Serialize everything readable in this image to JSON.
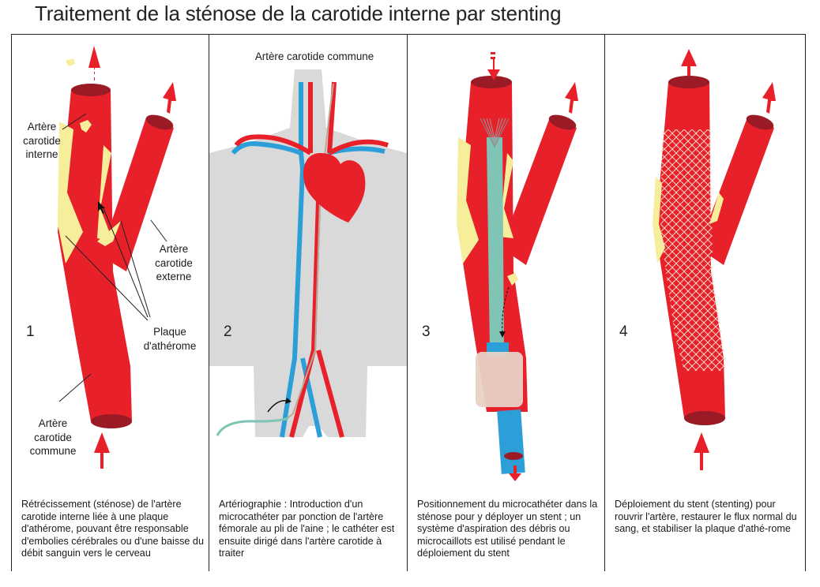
{
  "title": "Traitement de la sténose de la carotide interne par stenting",
  "panels": [
    {
      "number": "1",
      "caption": "Rétrécissement (sténose) de l'artère carotide interne liée à une plaque d'athérome, pouvant être responsable d'embolies cérébrales ou d'une baisse du débit sanguin vers le cerveau",
      "labels": {
        "internal": "Artère carotide interne",
        "external": "Artère carotide externe",
        "plaque": "Plaque d'athérome",
        "common": "Artère carotide commune"
      }
    },
    {
      "number": "2",
      "caption": "Artériographie : Introduction d'un microcathéter par ponction de l'artère fémorale au pli de l'aine ; le cathéter est ensuite dirigé dans l'artère carotide à traiter",
      "labels": {
        "common": "Artère carotide commune"
      }
    },
    {
      "number": "3",
      "caption": "Positionnement du microcathéter dans la sténose pour y déployer un stent ; un système d'aspiration des débris ou microcaillots est utilisé pendant le déploiement du stent"
    },
    {
      "number": "4",
      "caption": "Déploiement du stent (stenting) pour rouvrir l'artère, restaurer le flux normal du sang, et stabiliser la plaque d'athé-rome"
    }
  ],
  "colors": {
    "artery": "#e8202a",
    "artery_dark": "#9a1b26",
    "plaque": "#f6ee9a",
    "vein": "#2c9fd8",
    "body": "#d9d9d9",
    "catheter": "#7fc4b5"
  }
}
